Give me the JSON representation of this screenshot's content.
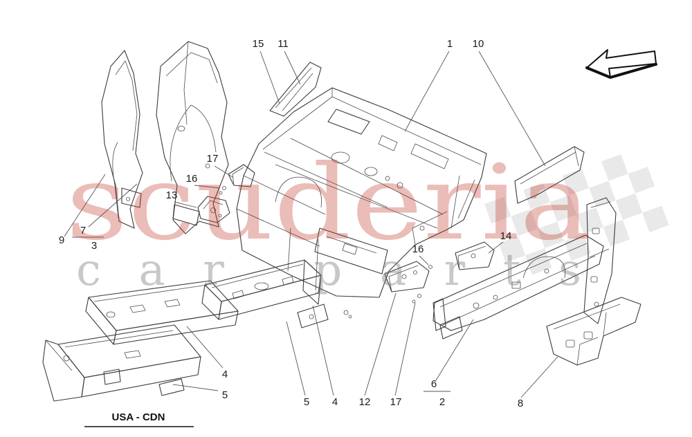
{
  "watermark": {
    "line1": "scuderia",
    "line2": "car parts",
    "color_red": "#c0392b",
    "color_gray": "#7d7d7d"
  },
  "market_label": "USA - CDN",
  "direction_arrow": "left",
  "callouts": [
    {
      "label": "15"
    },
    {
      "label": "11"
    },
    {
      "label": "1"
    },
    {
      "label": "10"
    },
    {
      "label": "17"
    },
    {
      "label": "16"
    },
    {
      "label": "13"
    },
    {
      "label": "9"
    },
    {
      "label": "7"
    },
    {
      "label": "3"
    },
    {
      "label": "14"
    },
    {
      "label": "16"
    },
    {
      "label": "4"
    },
    {
      "label": "5"
    },
    {
      "label": "5"
    },
    {
      "label": "4"
    },
    {
      "label": "12"
    },
    {
      "label": "17"
    },
    {
      "label": "6"
    },
    {
      "label": "2"
    },
    {
      "label": "8"
    }
  ]
}
